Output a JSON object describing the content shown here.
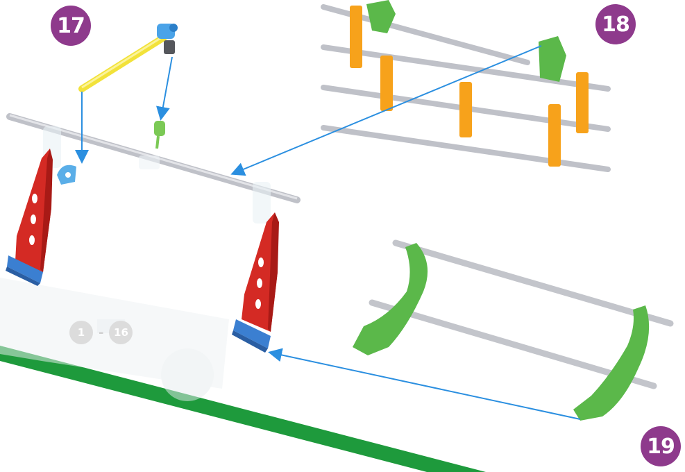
{
  "steps": {
    "step17": "17",
    "step18": "18",
    "step19": "19"
  },
  "previous_steps": {
    "from": "1",
    "separator": "-",
    "to": "16"
  },
  "colors": {
    "badge": "#8e3a8c",
    "arrow": "#2b8fe0",
    "sail": "#d42a24",
    "rod": "#c9c9cf",
    "connector_orange": "#f7a21b",
    "connector_green": "#5bb84a",
    "yellow_rod": "#f2e23a",
    "blue_part": "#3b7fd1",
    "ground_stripe": "#1e9a3c"
  }
}
